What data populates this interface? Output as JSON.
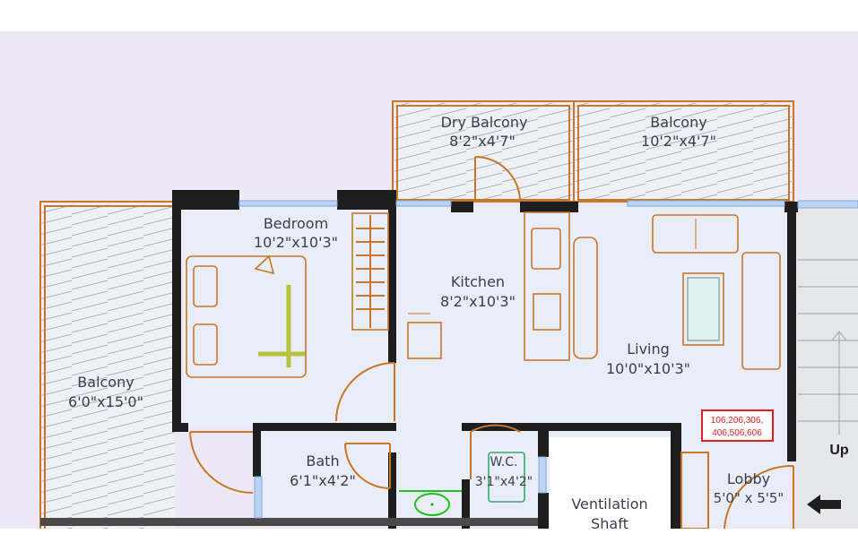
{
  "rooms": {
    "dry_balcony": {
      "name": "Dry Balcony",
      "size": "8'2\"x4'7\""
    },
    "balcony_top": {
      "name": "Balcony",
      "size": "10'2\"x4'7\""
    },
    "bedroom": {
      "name": "Bedroom",
      "size": "10'2\"x10'3\""
    },
    "kitchen": {
      "name": "Kitchen",
      "size": "8'2\"x10'3\""
    },
    "living": {
      "name": "Living",
      "size": "10'0\"x10'3\""
    },
    "balcony_left": {
      "name": "Balcony",
      "size": "6'0\"x15'0\""
    },
    "bath": {
      "name": "Bath",
      "size": "6'1\"x4'2\""
    },
    "wc": {
      "name": "W.C.",
      "size": "3'1\"x4'2\""
    },
    "ventilation": {
      "name": "Ventilation",
      "name2": "Shaft"
    },
    "lobby": {
      "name": "Lobby",
      "size": "5'0\" x 5'5\""
    }
  },
  "unit_numbers": {
    "line1": "106,206,306,",
    "line2": "406,506,606"
  },
  "stair": {
    "label": "Up"
  },
  "colors": {
    "background": "#ece8f6",
    "floor": "#e9edf8",
    "outline": "#c8762a",
    "wall": "#1e1e1e",
    "tag": "#e02020"
  }
}
